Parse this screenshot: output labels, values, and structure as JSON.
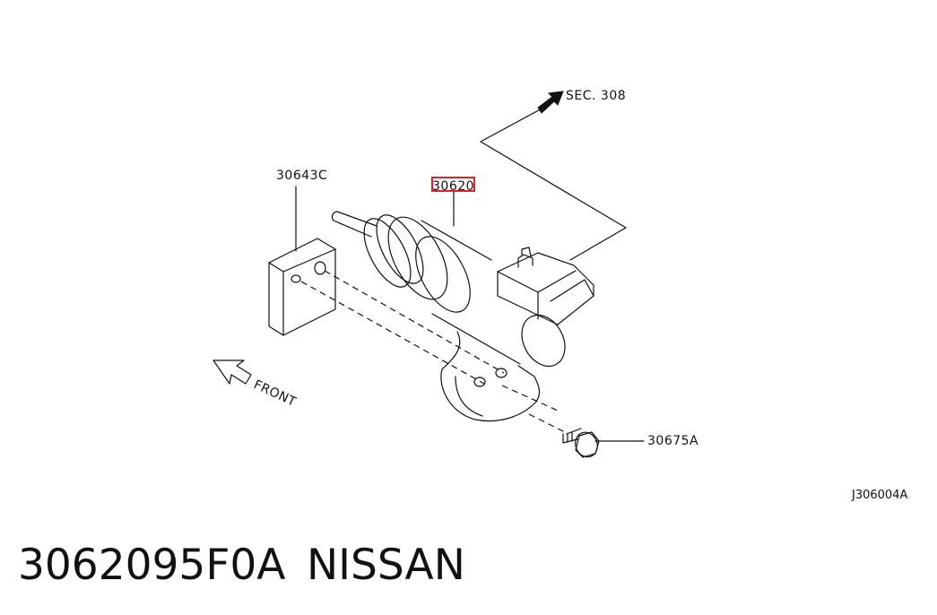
{
  "diagram": {
    "labels": {
      "sec_ref": "SEC. 308",
      "front": "FRONT",
      "cylinder": "30620",
      "gasket": "30643C",
      "bolt": "30675A",
      "figure_code": "J306004A"
    },
    "highlight_color": "#e02020"
  },
  "caption": {
    "part_number": "3062095F0A",
    "brand": "NISSAN"
  }
}
